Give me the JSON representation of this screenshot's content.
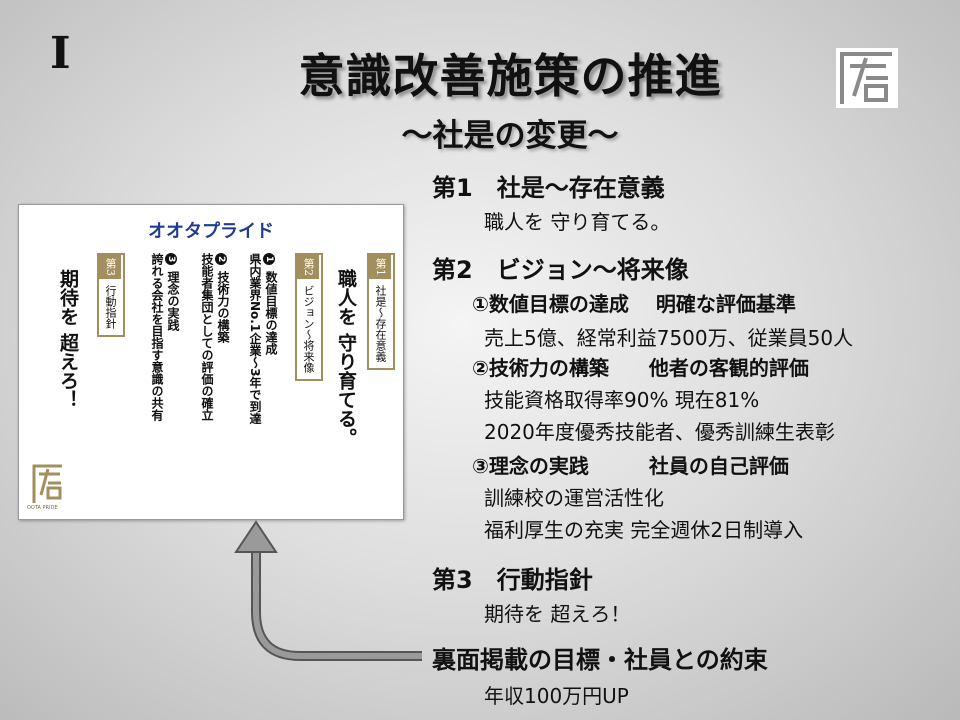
{
  "slide": {
    "section_numeral": "I",
    "title": "意識改善施策の推進",
    "subtitle": "～社是の変更～",
    "logo_icon": "kanji-logo-icon"
  },
  "card": {
    "title": "オオタプライド",
    "col1_plate_head": "第1",
    "col1_plate_body": "社是～存在意義",
    "col1_text": "職人を 守り育てる。",
    "col2_plate_head": "第2",
    "col2_plate_body": "ビジョン～将来像",
    "col2_item1_num": "1",
    "col2_item1_title": "数値目標の達成",
    "col2_item1_text": "県内業界No.1企業～3年で到達",
    "col2_item2_num": "2",
    "col2_item2_title": "技術力の構築",
    "col2_item2_text": "技能者集団としての評価の確立",
    "col2_item3_num": "3",
    "col2_item3_title": "理念の実践",
    "col2_item3_text": "誇れる会社を目指す意識の共有",
    "col3_plate_head": "第3",
    "col3_plate_body": "行動指針",
    "col3_text": "期待を 超えろ！",
    "logo_caption": "OOTA PRIDE",
    "accent_color": "#a38e5e",
    "title_color": "#1e3d8f"
  },
  "content": {
    "s1_heading": "第1　社是～存在意義",
    "s1_body": "職人を 守り育てる。",
    "s2_heading": "第2　ビジョン～将来像",
    "s2_item1_title": "①数値目標の達成　 明確な評価基準",
    "s2_item1_body": "売上5億、経常利益7500万、従業員50人",
    "s2_item2_title": "②技術力の構築　　他者の客観的評価",
    "s2_item2_body1": "技能資格取得率90%  現在81%",
    "s2_item2_body2": "2020年度優秀技能者、優秀訓練生表彰",
    "s2_item3_title": "③理念の実践　　　社員の自己評価",
    "s2_item3_body1": "訓練校の運営活性化",
    "s2_item3_body2": "福利厚生の充実  完全週休2日制導入",
    "s3_heading": "第3　行動指針",
    "s3_body": "期待を 超えろ！",
    "s4_heading": "裏面掲載の目標・社員との約束",
    "s4_body": "年収100万円UP"
  }
}
